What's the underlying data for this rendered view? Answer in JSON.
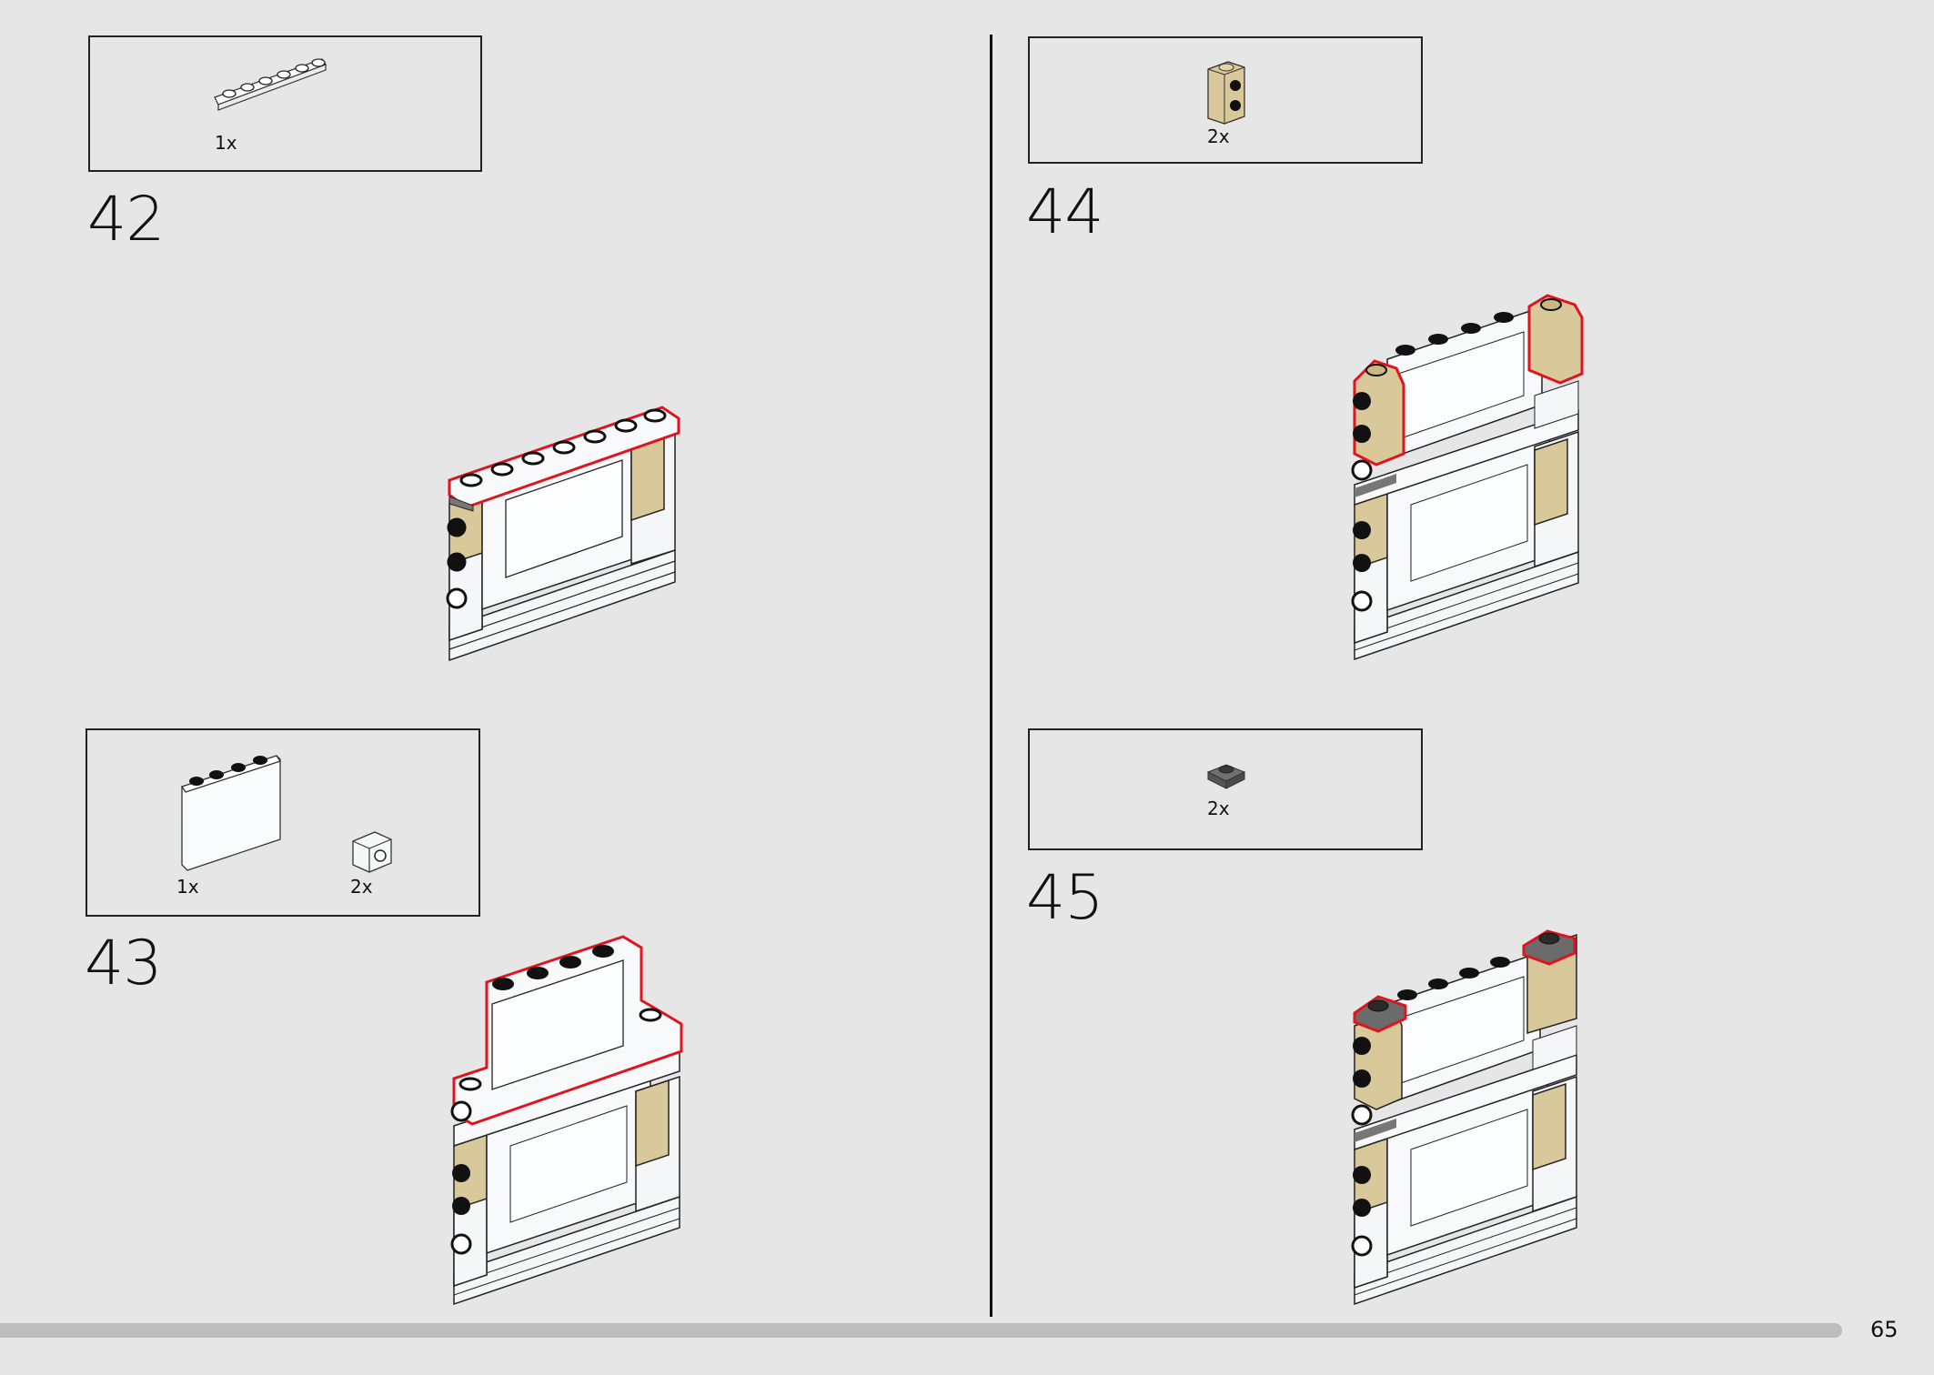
{
  "page": {
    "number": "65"
  },
  "steps": [
    {
      "number": "42",
      "parts": [
        {
          "qty": "1x",
          "part": "white-plate-1x6"
        }
      ]
    },
    {
      "number": "43",
      "parts": [
        {
          "qty": "1x",
          "part": "white-panel-1x4x3"
        },
        {
          "qty": "2x",
          "part": "white-brick-1x1-stud-side"
        }
      ]
    },
    {
      "number": "44",
      "parts": [
        {
          "qty": "2x",
          "part": "tan-brick-1x1x2-studs-side"
        }
      ]
    },
    {
      "number": "45",
      "parts": [
        {
          "qty": "2x",
          "part": "dark-gray-plate-1x1"
        }
      ]
    }
  ],
  "colors": {
    "background": "#e6e6e6",
    "highlight": "#e0141e",
    "tan": "#d9c99a",
    "white_part": "#f7f9fa",
    "dark_gray": "#6b6b6b"
  }
}
